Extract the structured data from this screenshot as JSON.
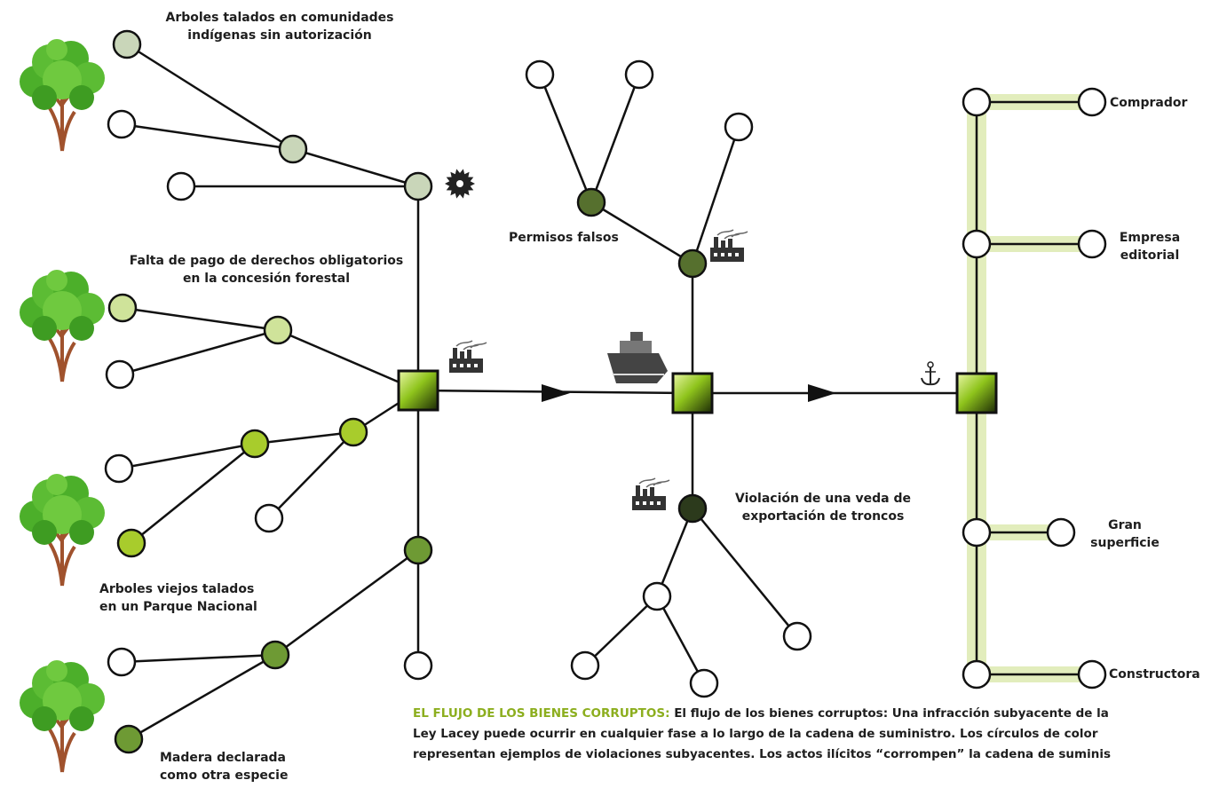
{
  "labels": {
    "indigenous": [
      "Arboles talados en comunidades",
      "indígenas sin autorización"
    ],
    "fees": [
      "Falta de pago de derechos obligatorios",
      "en la concesión forestal"
    ],
    "old_trees": [
      "Arboles viejos talados",
      "en un Parque Nacional"
    ],
    "other_species": [
      "Madera declarada",
      "como otra especie"
    ],
    "fake_permits": "Permisos falsos",
    "export_ban": [
      "Violación de una veda de",
      "exportación de troncos"
    ],
    "buyer": "Comprador",
    "publisher": [
      "Empresa",
      "editorial"
    ],
    "retailer": [
      "Gran",
      "superficie"
    ],
    "builder": "Constructora"
  },
  "caption": {
    "heading": "EL FLUJO DE LOS BIENES CORRUPTOS:",
    "line1": "El flujo de los bienes corruptos: Una infracción subyacente de la",
    "line2": "Ley Lacey puede ocurrir en cualquier fase a lo largo de la  cadena de suministro. Los círculos de color",
    "line3": "representan ejemplos de violaciones subyacentes. Los actos ilícitos “corrompen” la cadena de suminis"
  },
  "icons": [
    "tree-icon",
    "saw-blade-icon",
    "factory-icon",
    "ship-icon",
    "anchor-icon",
    "arrow-icon"
  ],
  "colors": {
    "pale_node": "#c9d6b9",
    "light_green_node": "#cfe39a",
    "lime_node": "#a8cc2c",
    "mid_green_node": "#6e9a34",
    "olive_node": "#56702e",
    "dark_node": "#2c3a1c",
    "highlight": "#d7e6a1",
    "caption_heading": "#8cae1e"
  }
}
